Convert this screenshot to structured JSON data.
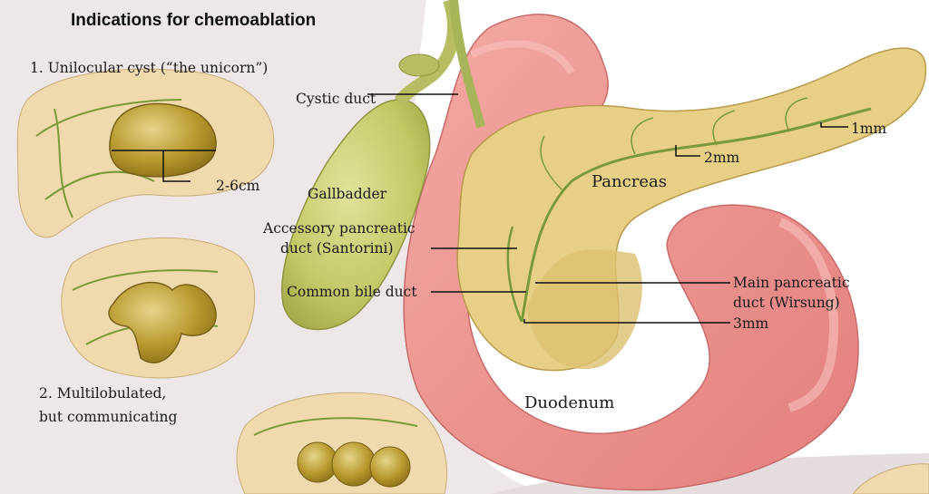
{
  "title": "Indications for chemoablation",
  "indications": [
    {
      "label": "1. Unilocular cyst (“the unicorn”)"
    },
    {
      "label_line1": "2. Multilobulated,",
      "label_line2": "but communicating"
    }
  ],
  "labels": {
    "cystic_duct": "Cystic duct",
    "gallbladder": "Gallbadder",
    "pancreas": "Pancreas",
    "accessory_duct_line1": "Accessory pancreatic",
    "accessory_duct_line2": "duct (Santorini)",
    "common_bile_duct": "Common bile duct",
    "main_duct_line1": "Main pancreatic",
    "main_duct_line2": "duct (Wirsung)",
    "duodenum": "Duodenum"
  },
  "measurements": {
    "cyst_size": "2-6cm",
    "tail_duct": "1mm",
    "body_duct": "2mm",
    "head_duct": "3mm"
  },
  "colors": {
    "intestine": "#ec8f8c",
    "pancreas": "#e8cf86",
    "gallbladder": "#c8cf6e",
    "cyst": "#b89a2a",
    "vessels": "#6f8f3a",
    "inset_background": "#eee7e8"
  }
}
